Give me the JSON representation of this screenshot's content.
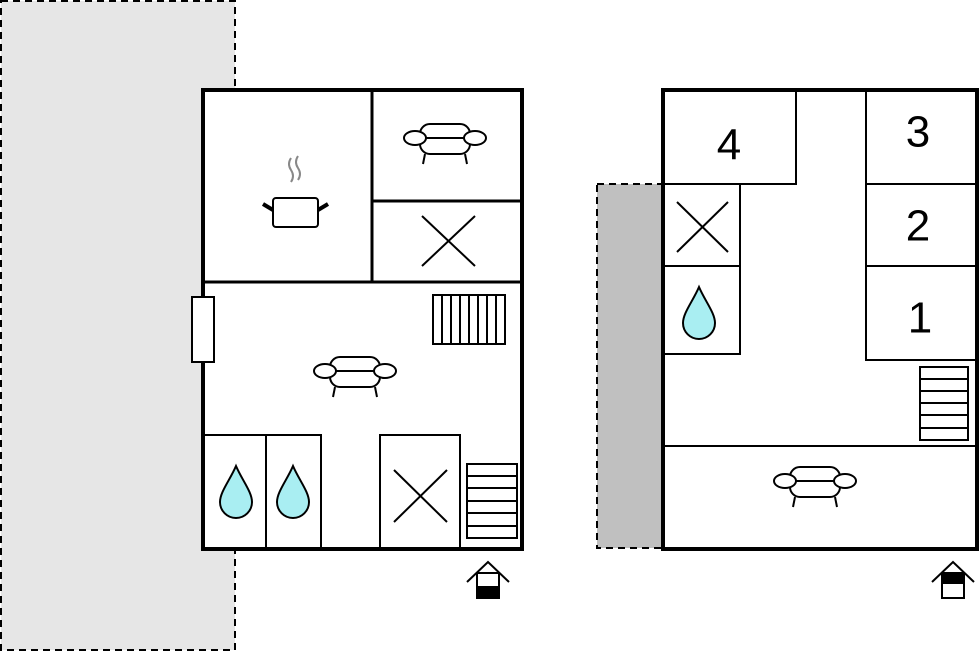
{
  "floor_plan": {
    "ground_floor": {
      "rooms": [
        "kitchen",
        "living-room",
        "bedroom",
        "living-area",
        "bathroom",
        "bathroom",
        "bedroom"
      ],
      "icons": [
        "pot-icon",
        "sofa-icon",
        "bed-x-icon",
        "stairs-icon",
        "window-icon",
        "water-drop-icon",
        "entrance-icon"
      ]
    },
    "upper_floor": {
      "room_numbers": [
        "1",
        "2",
        "3",
        "4"
      ],
      "icons": [
        "bed-x-icon",
        "water-drop-icon",
        "stairs-icon",
        "sofa-icon",
        "entrance-icon"
      ]
    },
    "colors": {
      "wall": "#000000",
      "terrace_light": "#e6e6e6",
      "terrace_dark": "#c0c0c0",
      "water": "#a9eef2"
    }
  }
}
